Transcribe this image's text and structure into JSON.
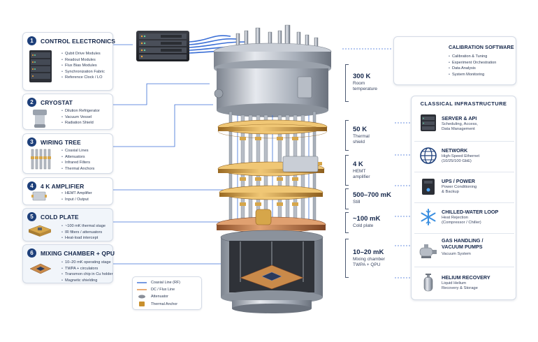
{
  "left_panels": [
    {
      "number": "1",
      "title": "CONTROL ELECTRONICS",
      "items": [
        "Qubit Drive Modules",
        "Readout Modules",
        "Flux Bias Modules",
        "Synchronization Fabric",
        "Reference Clock / LO"
      ]
    },
    {
      "number": "2",
      "title": "CRYOSTAT",
      "items": [
        "Dilution Refrigerator",
        "Vacuum Vessel",
        "Radiation Shield"
      ]
    },
    {
      "number": "3",
      "title": "WIRING TREE",
      "items": [
        "Coaxial Lines",
        "Attenuators",
        "Infrared Filters",
        "Thermal Anchors"
      ]
    },
    {
      "number": "4",
      "title": "4 K AMPLIFIER",
      "items": [
        "HEMT Amplifier",
        "Input / Output"
      ]
    },
    {
      "number": "5",
      "title": "COLD PLATE",
      "items": [
        "~100 mK thermal stage",
        "IR filters / attenuators",
        "Heat-load intercept"
      ]
    },
    {
      "number": "6",
      "title": "MIXING CHAMBER + QPU",
      "items": [
        "10–20 mK operating stage",
        "TWPA + circulators",
        "Transmon chip in Cu holder",
        "Magnetic shielding"
      ]
    }
  ],
  "stages": [
    {
      "temp": "300 K",
      "label": "Room\ntemperature"
    },
    {
      "temp": "50 K",
      "label": "Thermal\nshield"
    },
    {
      "temp": "4 K",
      "label": "HEMT\namplifier"
    },
    {
      "temp": "500–700 mK",
      "label": "Still"
    },
    {
      "temp": "~100 mK",
      "label": "Cold plate"
    },
    {
      "temp": "10–20 mK",
      "label": "Mixing chamber\nTWPA + QPU"
    }
  ],
  "calibration": {
    "title": "CALIBRATION SOFTWARE",
    "items": [
      "Calibration & Tuning",
      "Experiment Orchestration",
      "Data Analysis",
      "System Monitoring"
    ]
  },
  "infrastructure": {
    "title": "CLASSICAL INFRASTRUCTURE",
    "rows": [
      {
        "icon": "server-rack-icon",
        "title": "SERVER & API",
        "desc": "Scheduling, Access,\nData Management"
      },
      {
        "icon": "globe-network-icon",
        "title": "NETWORK",
        "desc": "High-Speed Ethernet\n(10/25/100 GbE)"
      },
      {
        "icon": "ups-battery-icon",
        "title": "UPS / POWER",
        "desc": "Power Conditioning\n& Backup"
      },
      {
        "icon": "snowflake-icon",
        "title": "CHILLED-WATER LOOP",
        "desc": "Heat Rejection\n(Compressor / Chiller)"
      },
      {
        "icon": "vacuum-pump-icon",
        "title": "GAS HANDLING /\nVACUUM PUMPS",
        "desc": "Vacuum System"
      },
      {
        "icon": "helium-cylinder-icon",
        "title": "HELIUM RECOVERY",
        "desc": "Liquid Helium\nRecovery & Storage"
      }
    ]
  },
  "legend": [
    {
      "label": "Coaxial Line (RF)",
      "color": "#3b6fd6"
    },
    {
      "label": "DC / Flux Line",
      "color": "#e08a3a"
    },
    {
      "label": "Attenuator",
      "color": "#8a8f99"
    },
    {
      "label": "Thermal Anchor",
      "color": "#c8902e"
    }
  ],
  "colors": {
    "accent": "#1d3f7a",
    "copper": "#c98a4a",
    "gold": "#d6a64a",
    "steel": "#a9b0bb"
  }
}
